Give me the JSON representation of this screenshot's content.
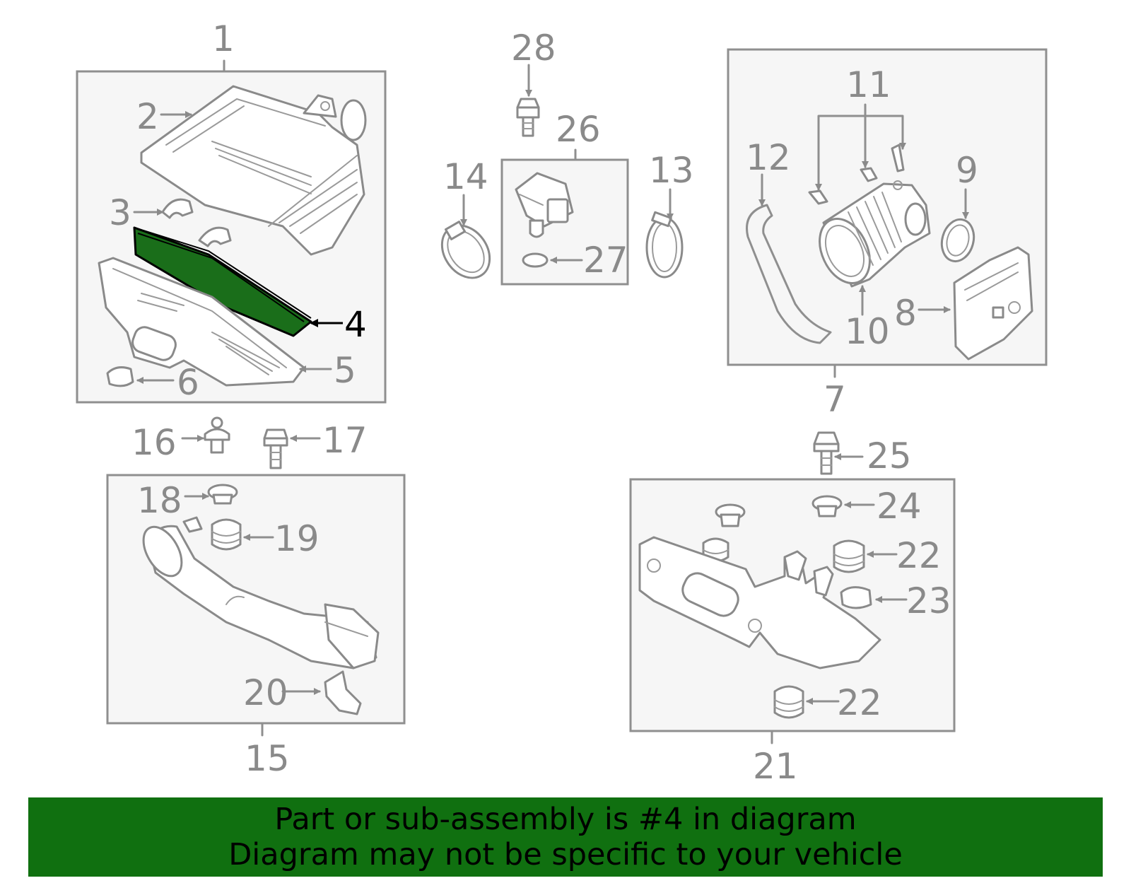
{
  "diagram": {
    "highlight_color": "#1a6e1a",
    "callouts": [
      "1",
      "2",
      "3",
      "4",
      "5",
      "6",
      "7",
      "8",
      "9",
      "10",
      "11",
      "12",
      "13",
      "14",
      "15",
      "16",
      "17",
      "18",
      "19",
      "20",
      "21",
      "22",
      "22",
      "23",
      "24",
      "25",
      "26",
      "27",
      "28"
    ],
    "highlighted_part": "4"
  },
  "banner": {
    "line1": "Part or sub-assembly is #4 in diagram",
    "line2": "Diagram may not be specific to your vehicle",
    "background": "#107010"
  }
}
